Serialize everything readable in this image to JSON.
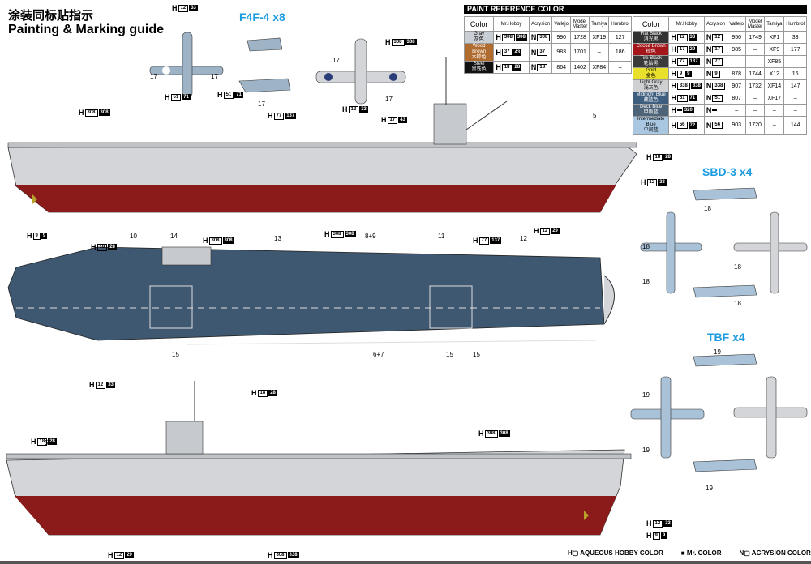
{
  "title_cn": "涂装同标贴指示",
  "title_en": "Painting & Marking guide",
  "groups": {
    "f4f": "F4F-4 x8",
    "sbd": "SBD-3 x4",
    "tbf": "TBF x4"
  },
  "paint_table": {
    "title": "PAINT  REFERENCE COLOR",
    "headers": [
      "Color",
      "Mr.Hobby",
      "Acrysion",
      "Vallejo",
      "Model Master",
      "Tamiya",
      "Humbrol"
    ],
    "left_rows": [
      {
        "name": "Gray",
        "cn": "灰色",
        "color": "#c9cdd4",
        "text": "#000",
        "h": "308",
        "m": "308",
        "n": "308",
        "vallejo": "990",
        "mm": "1728",
        "tamiya": "XF19",
        "humbrol": "127"
      },
      {
        "name": "Wood Brown",
        "cn": "木棕色",
        "color": "#b06b2e",
        "text": "#fff",
        "h": "37",
        "m": "43",
        "n": "37",
        "vallejo": "983",
        "mm": "1701",
        "tamiya": "–",
        "humbrol": "186"
      },
      {
        "name": "Steel",
        "cn": "黑铁色",
        "color": "#111",
        "text": "#fff",
        "h": "18",
        "m": "28",
        "n": "18",
        "vallejo": "864",
        "mm": "1402",
        "tamiya": "XF84",
        "humbrol": "–"
      }
    ],
    "right_rows": [
      {
        "name": "Flat Black",
        "cn": "消光黑",
        "color": "#333",
        "text": "#fff",
        "h": "12",
        "m": "33",
        "n": "12",
        "vallejo": "950",
        "mm": "1749",
        "tamiya": "XF1",
        "humbrol": "33"
      },
      {
        "name": "Cocoa Brown",
        "cn": "棕色",
        "color": "#a4161a",
        "text": "#fff",
        "h": "17",
        "m": "29",
        "n": "17",
        "vallejo": "985",
        "mm": "–",
        "tamiya": "XF9",
        "humbrol": "177"
      },
      {
        "name": "Tire Black",
        "cn": "轮胎黑",
        "color": "#3a3a3a",
        "text": "#fff",
        "h": "77",
        "m": "137",
        "n": "77",
        "vallejo": "–",
        "mm": "–",
        "tamiya": "XF85",
        "humbrol": "–"
      },
      {
        "name": "Gold",
        "cn": "金色",
        "color": "#e8e02a",
        "text": "#000",
        "h": "9",
        "m": "9",
        "n": "9",
        "vallejo": "878",
        "mm": "1744",
        "tamiya": "X12",
        "humbrol": "16"
      },
      {
        "name": "Light Gray",
        "cn": "浅灰色",
        "color": "#cfd0d2",
        "text": "#000",
        "h": "338",
        "m": "338",
        "n": "338",
        "vallejo": "907",
        "mm": "1732",
        "tamiya": "XF14",
        "humbrol": "147"
      },
      {
        "name": "Midnight Blue",
        "cn": "藏蓝色",
        "color": "#3d5e7e",
        "text": "#fff",
        "h": "51",
        "m": "71",
        "n": "51",
        "vallejo": "807",
        "mm": "–",
        "tamiya": "XF17",
        "humbrol": "–"
      },
      {
        "name": "Deck Blue",
        "cn": "甲板蓝",
        "color": "#4d6478",
        "text": "#fff",
        "h": "",
        "m": "320",
        "n": "",
        "vallejo": "–",
        "mm": "–",
        "tamiya": "–",
        "humbrol": "–"
      },
      {
        "name": "Intermediate Blue",
        "cn": "中间蓝",
        "color": "#a9c7e0",
        "text": "#000",
        "h": "56",
        "m": "72",
        "n": "56",
        "vallejo": "903",
        "mm": "1720",
        "tamiya": "–",
        "humbrol": "144"
      }
    ]
  },
  "callouts": {
    "c1": {
      "h": "12",
      "m": "33"
    },
    "c2": {
      "h": "51",
      "m": "71"
    },
    "c3": {
      "h": "51",
      "m": "71"
    },
    "c4": {
      "h": "77",
      "m": "137"
    },
    "c5": {
      "h": "308",
      "m": "338"
    },
    "c6": {
      "h": "12",
      "m": "33"
    },
    "c7": {
      "h": "17",
      "m": "43"
    },
    "c8": {
      "h": "308",
      "m": "308"
    },
    "c9": {
      "h": "18",
      "m": "28"
    },
    "c10": {
      "h": "12",
      "m": "33"
    },
    "c11": {
      "h": "9",
      "m": "9"
    },
    "c12": {
      "h": "308",
      "m": "308"
    },
    "c13": {
      "h": "12",
      "m": "29"
    },
    "c14": {
      "h": "18",
      "m": "28"
    },
    "c15": {
      "h": "308",
      "m": "308"
    },
    "c16": {
      "h": "77",
      "m": "137"
    },
    "c17": {
      "h": "18",
      "m": "28"
    },
    "c18": {
      "h": "12",
      "m": "33"
    },
    "c19": {
      "h": "18",
      "m": "28"
    },
    "c20": {
      "h": "308",
      "m": "308"
    },
    "c21": {
      "h": "12",
      "m": "33"
    },
    "c22": {
      "h": "9",
      "m": "9"
    },
    "c23": {
      "h": "12",
      "m": "29"
    },
    "c24": {
      "h": "308",
      "m": "338"
    }
  },
  "numbers": {
    "n17": "17",
    "n5": "5",
    "n10": "10",
    "n14": "14",
    "n13": "13",
    "n89": "8+9",
    "n11": "11",
    "n12": "12",
    "n15": "15",
    "n67": "6+7",
    "n18": "18",
    "n19": "19"
  },
  "legend": {
    "h": "AQUEOUS HOBBY COLOR",
    "m": "Mr. COLOR",
    "n": "ACRYSION COLOR"
  }
}
